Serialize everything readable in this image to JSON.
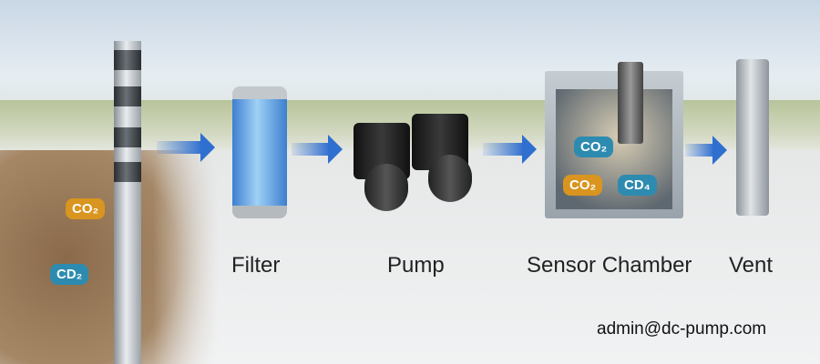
{
  "labels": {
    "filter": "Filter",
    "pump": "Pump",
    "sensor_chamber": "Sensor Chamber",
    "vent": "Vent"
  },
  "soil_tags": [
    "CO₂",
    "CD₂"
  ],
  "chamber_tags": [
    "CO₂",
    "CO₂",
    "CD₄"
  ],
  "contact": "admin@dc-pump.com",
  "colors": {
    "arrow": "#2f6fd0",
    "tag_orange": "#d9951f",
    "tag_blue": "#2d8bb0"
  }
}
